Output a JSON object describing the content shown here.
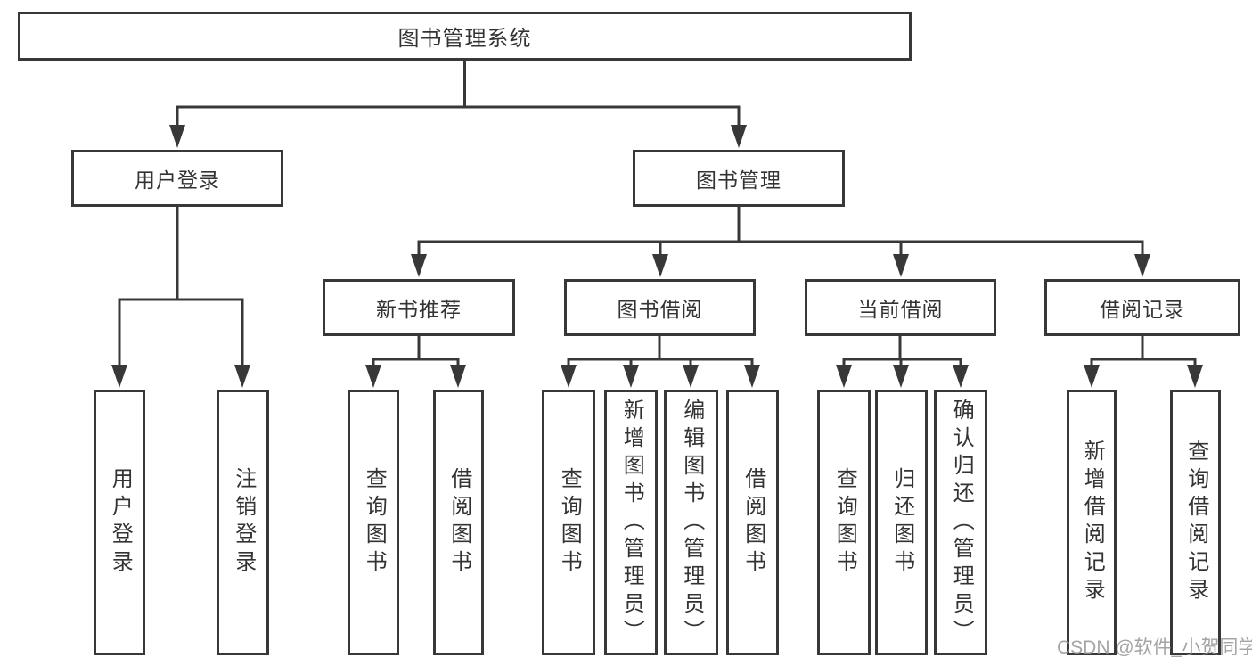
{
  "diagram": {
    "root": {
      "label": "图书管理系统"
    },
    "level2": [
      {
        "label": "用户登录"
      },
      {
        "label": "图书管理"
      }
    ],
    "level3": [
      {
        "label": "新书推荐"
      },
      {
        "label": "图书借阅"
      },
      {
        "label": "当前借阅"
      },
      {
        "label": "借阅记录"
      }
    ],
    "leaves": [
      {
        "label": "用户登录"
      },
      {
        "label": "注销登录"
      },
      {
        "label": "查询图书"
      },
      {
        "label": "借阅图书"
      },
      {
        "label": "查询图书"
      },
      {
        "label": "新增图书（管理员）"
      },
      {
        "label": "编辑图书（管理员）"
      },
      {
        "label": "借阅图书"
      },
      {
        "label": "查询图书"
      },
      {
        "label": "归还图书"
      },
      {
        "label": "确认归还（管理员）"
      },
      {
        "label": "新增借阅记录"
      },
      {
        "label": "查询借阅记录"
      }
    ]
  },
  "watermark": {
    "text": "CSDN @软件_小贺同学"
  },
  "colors": {
    "line": "#383838",
    "text": "#333333",
    "background": "#ffffff",
    "watermark": "#949494"
  }
}
